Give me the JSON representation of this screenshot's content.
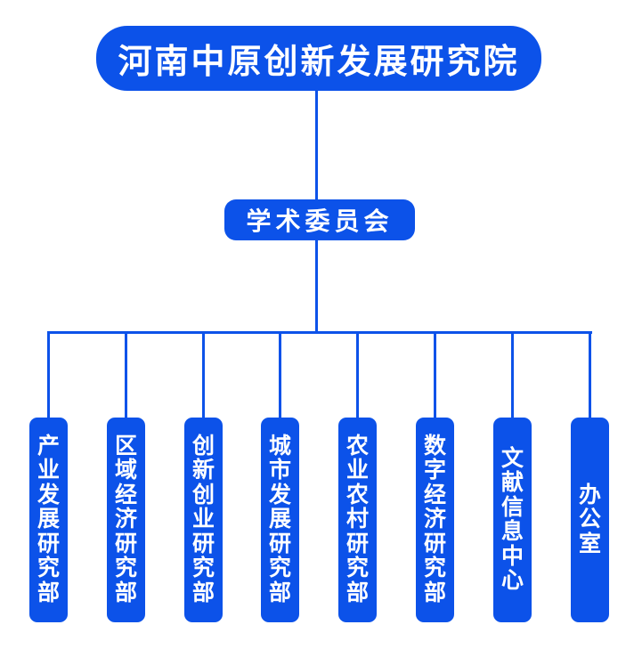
{
  "root": {
    "label": "河南中原创新发展研究院"
  },
  "committee": {
    "label": "学术委员会"
  },
  "departments": [
    {
      "label": "产业发展研究部"
    },
    {
      "label": "区域经济研究部"
    },
    {
      "label": "创新创业研究部"
    },
    {
      "label": "城市发展研究部"
    },
    {
      "label": "农业农村研究部"
    },
    {
      "label": "数字经济研究部"
    },
    {
      "label": "文献信息中心"
    },
    {
      "label": "办公室"
    }
  ],
  "colors": {
    "primary_blue": "#0C52E9",
    "text_white": "#FFFFFF",
    "background": "#FFFFFF"
  }
}
